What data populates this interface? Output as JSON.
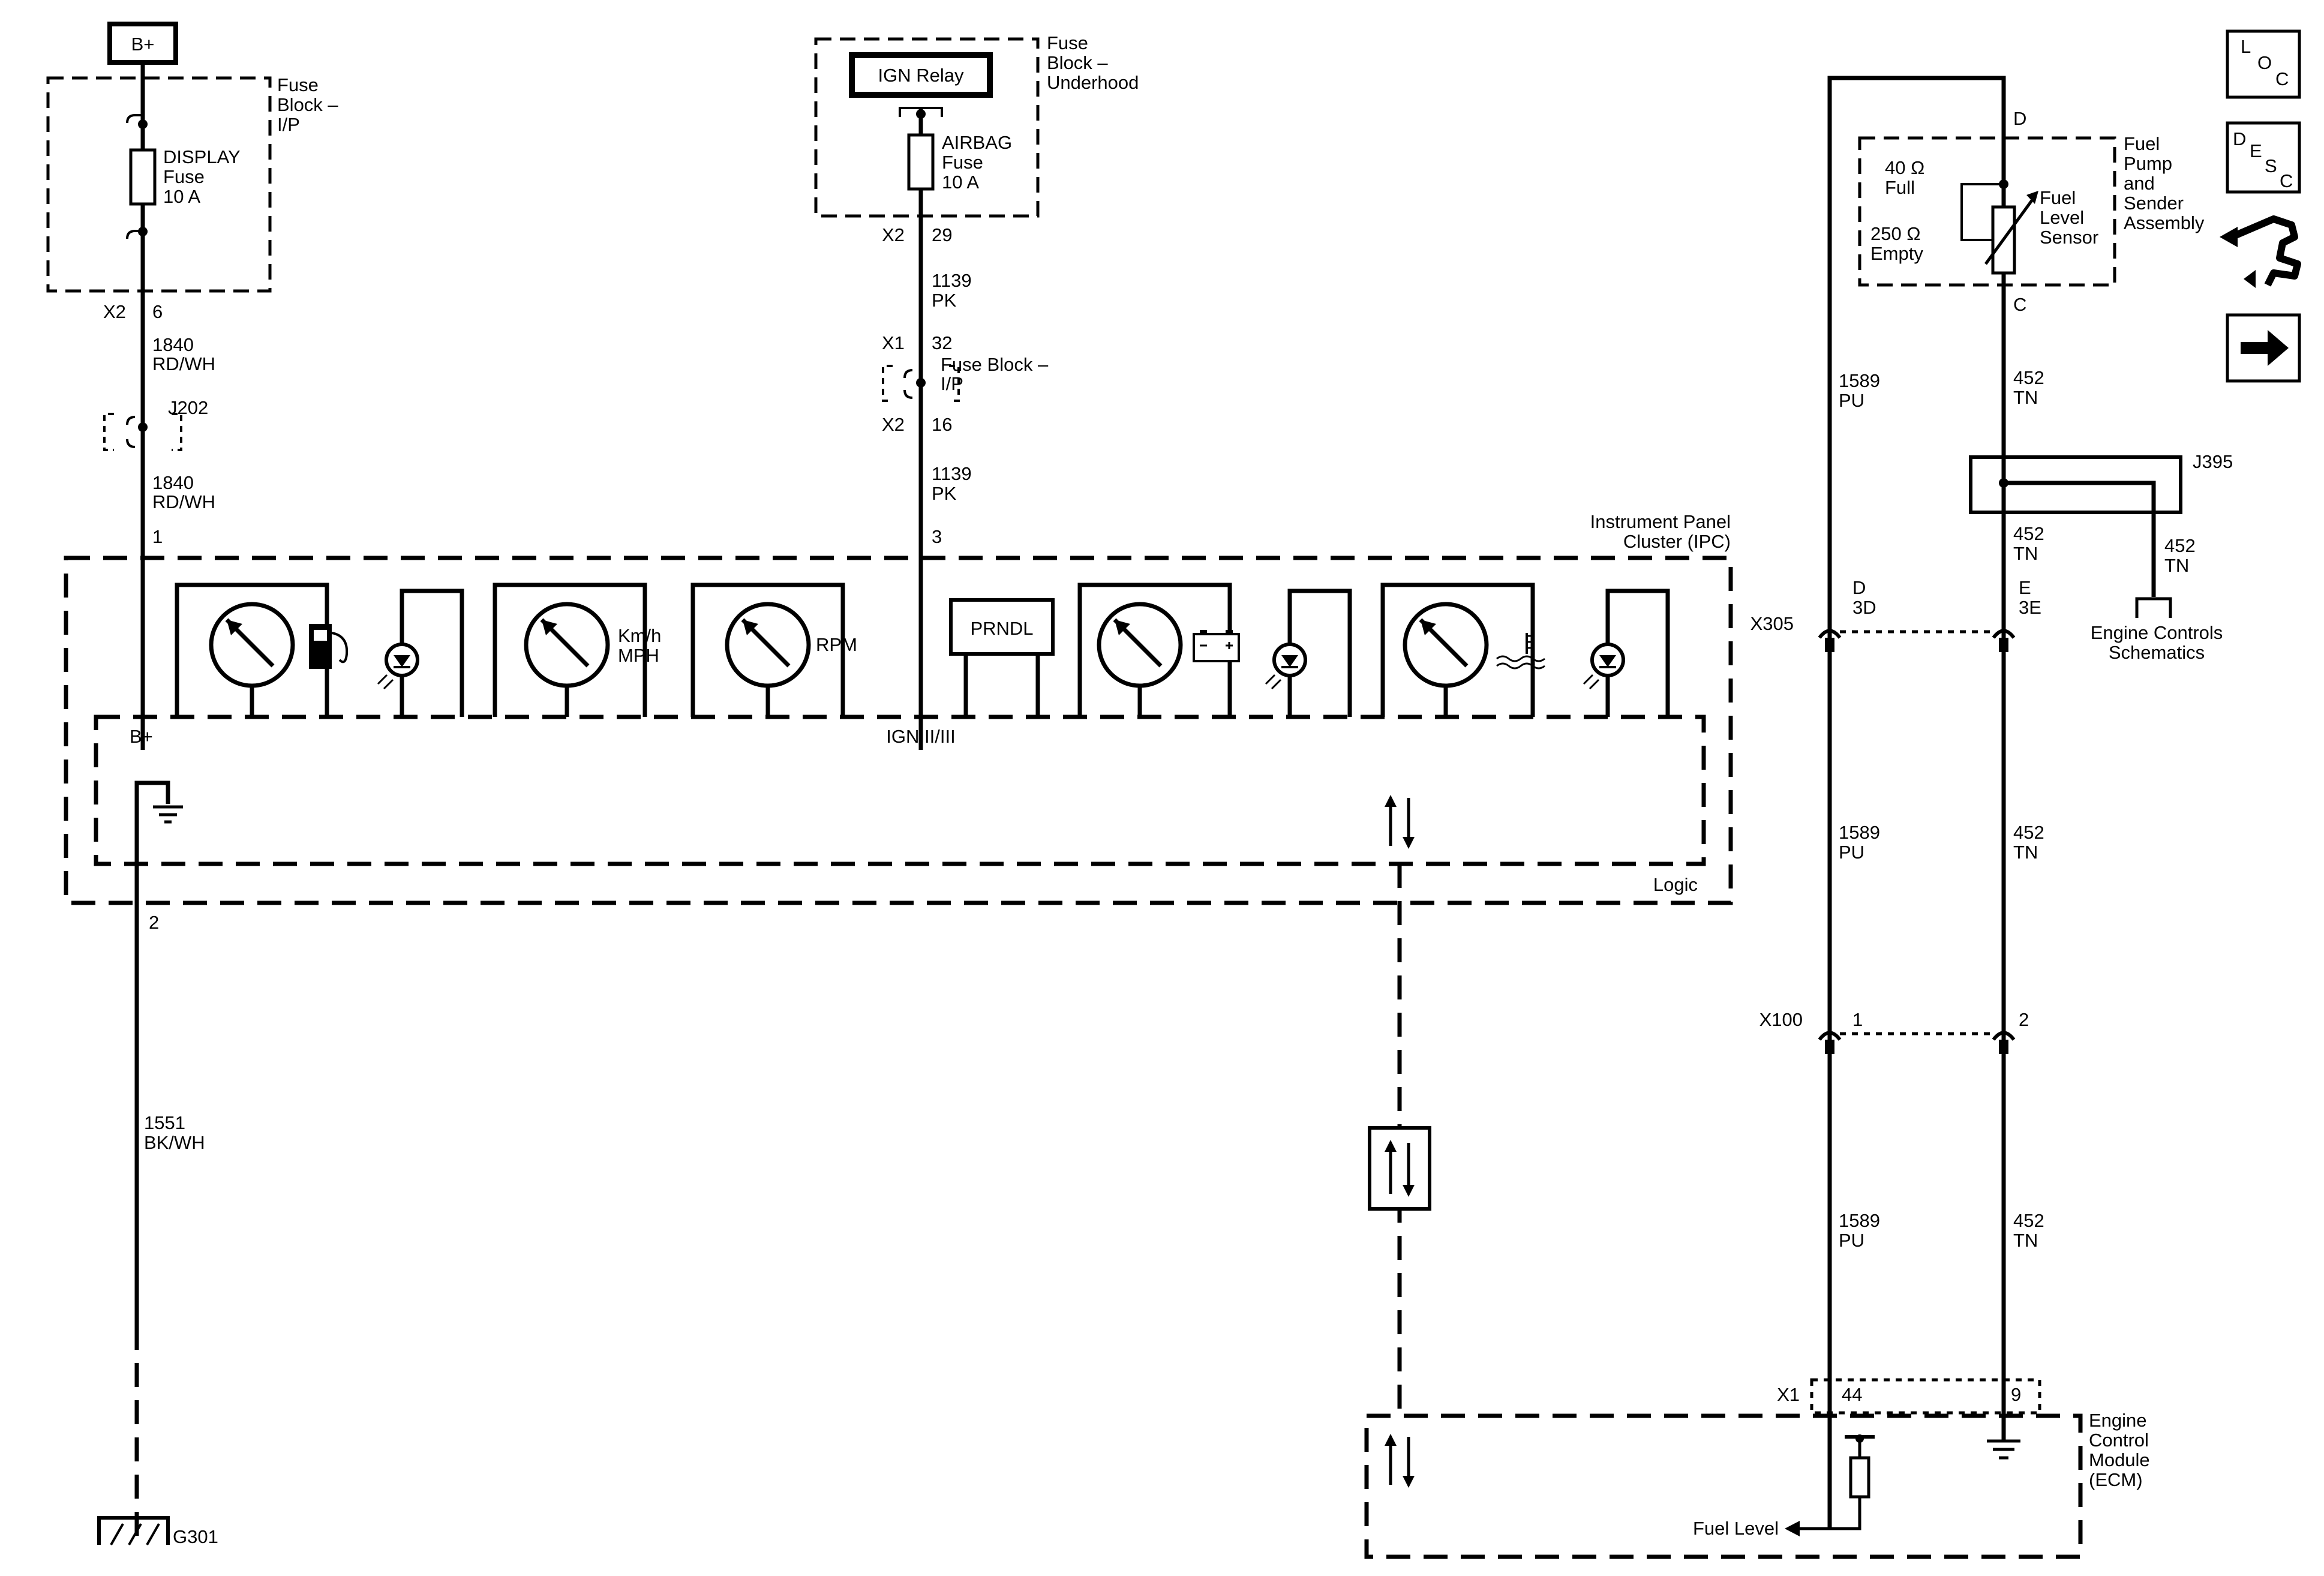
{
  "left_circuit": {
    "b_plus": "B+",
    "fuse_block_ip": [
      "Fuse",
      "Block –",
      "I/P"
    ],
    "display_fuse": [
      "DISPLAY",
      "Fuse",
      "10 A"
    ],
    "conn_x2": "X2",
    "pin_6": "6",
    "wire_1840_a": [
      "1840",
      "RD/WH"
    ],
    "splice_j202": "J202",
    "wire_1840_b": [
      "1840",
      "RD/WH"
    ],
    "pin_1": "1"
  },
  "center_circuit": {
    "fuse_block_underhood": [
      "Fuse",
      "Block –",
      "Underhood"
    ],
    "ign_relay": "IGN Relay",
    "airbag_fuse": [
      "AIRBAG",
      "Fuse",
      "10 A"
    ],
    "conn_x2": "X2",
    "pin_29": "29",
    "wire_1139_a": [
      "1139",
      "PK"
    ],
    "conn_x1": "X1",
    "pin_32": "32",
    "fuse_block_ip": [
      "Fuse Block –",
      "I/P"
    ],
    "conn_x2_b": "X2",
    "pin_16": "16",
    "wire_1139_b": [
      "1139",
      "PK"
    ],
    "pin_3": "3"
  },
  "ipc": {
    "title": [
      "Instrument Panel",
      "Cluster (IPC)"
    ],
    "b_plus": "B+",
    "ign": "IGN II/III",
    "logic": "Logic",
    "speed_unit": [
      "Km/h",
      "MPH"
    ],
    "rpm": "RPM",
    "prndl": "PRNDL",
    "pin_2": "2"
  },
  "ground_circuit": {
    "wire_1551": [
      "1551",
      "BK/WH"
    ],
    "ground_g301": "G301"
  },
  "fuel_sender": {
    "assembly": [
      "Fuel",
      "Pump",
      "and",
      "Sender",
      "Assembly"
    ],
    "sensor": [
      "Fuel",
      "Level",
      "Sensor"
    ],
    "full": [
      "40 Ω",
      "Full"
    ],
    "empty": [
      "250 Ω",
      "Empty"
    ],
    "pin_d": "D",
    "pin_c": "C"
  },
  "right_wiring": {
    "wire_1589_a": [
      "1589",
      "PU"
    ],
    "wire_452_a": [
      "452",
      "TN"
    ],
    "splice_j395": "J395",
    "wire_452_b": [
      "452",
      "TN"
    ],
    "wire_452_branch": [
      "452",
      "TN"
    ],
    "engine_controls": [
      "Engine Controls",
      "Schematics"
    ],
    "conn_x305": "X305",
    "x305_pin_left": [
      "D",
      "3D"
    ],
    "x305_pin_right": [
      "E",
      "3E"
    ],
    "wire_1589_b": [
      "1589",
      "PU"
    ],
    "wire_452_c": [
      "452",
      "TN"
    ],
    "conn_x100": "X100",
    "x100_pin_1": "1",
    "x100_pin_2": "2",
    "wire_1589_c": [
      "1589",
      "PU"
    ],
    "wire_452_d": [
      "452",
      "TN"
    ],
    "conn_x1": "X1",
    "pin_44": "44",
    "pin_9": "9"
  },
  "ecm": {
    "title": [
      "Engine",
      "Control",
      "Module",
      "(ECM)"
    ],
    "fuel_level": "Fuel Level"
  },
  "nav_icons": {
    "loc": [
      "L",
      "O",
      "C"
    ],
    "desc": [
      "D",
      "E",
      "S",
      "C"
    ]
  }
}
